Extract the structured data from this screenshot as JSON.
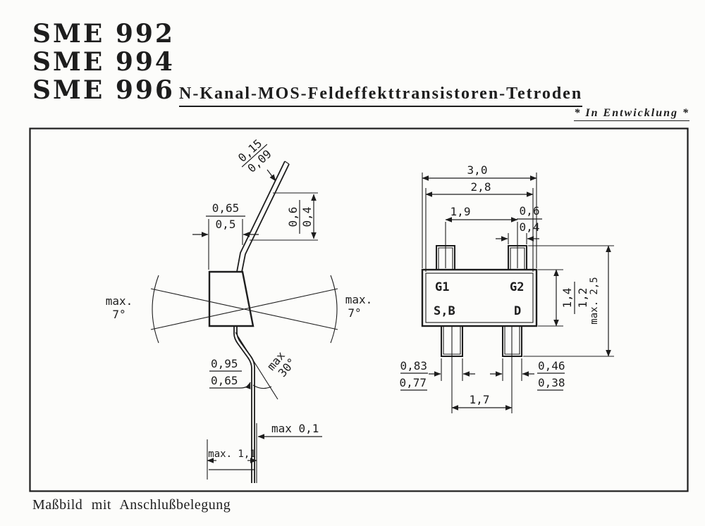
{
  "header": {
    "part_numbers": [
      "SME 992",
      "SME 994",
      "SME 996"
    ],
    "title": "N-Kanal-MOS-Feldeffekttransistoren-Tetroden",
    "status_note": "* In Entwicklung *"
  },
  "caption": "Maßbild mit Anschlußbelegung",
  "colors": {
    "ink": "#1d1d1d",
    "paper": "#fcfcfa"
  },
  "side_view": {
    "lead_tip": {
      "max": "0,15",
      "min": "0,09"
    },
    "top_width": {
      "max": "0,65",
      "min": "0,5"
    },
    "lead_end": {
      "max": "0,6",
      "min": "0,4"
    },
    "tilt_left": {
      "l1": "max.",
      "l2": "7°"
    },
    "tilt_right": {
      "l1": "max.",
      "l2": "7°"
    },
    "bend_radius": {
      "max": "0,95",
      "min": "0,65"
    },
    "bend_angle": {
      "l1": "max",
      "l2": "30°"
    },
    "lead_thickness": "max 0,1",
    "standoff": "max. 1,1"
  },
  "top_view": {
    "body_width": {
      "max": "3,0",
      "min": "2,8"
    },
    "pitch_top": "1,9",
    "pin_top": {
      "max": "0,6",
      "min": "0,4"
    },
    "body_height": {
      "max": "1,4",
      "min": "1,2"
    },
    "overall_height": "max. 2,5",
    "pin_bottom_left": {
      "max": "0,83",
      "min": "0,77"
    },
    "pin_bottom_right": {
      "max": "0,46",
      "min": "0,38"
    },
    "pitch_bottom": "1,7",
    "pins": {
      "g1": "G1",
      "g2": "G2",
      "sb": "S,B",
      "d": "D"
    }
  }
}
